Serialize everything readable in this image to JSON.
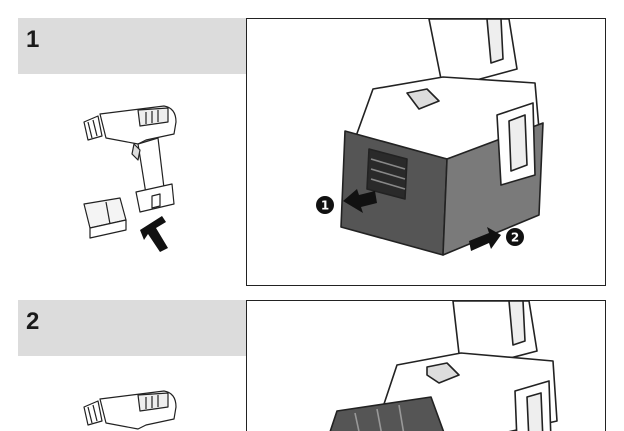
{
  "steps": [
    {
      "number": "1"
    },
    {
      "number": "2"
    }
  ],
  "callouts": {
    "press_marker": "1",
    "slide_marker": "2"
  }
}
